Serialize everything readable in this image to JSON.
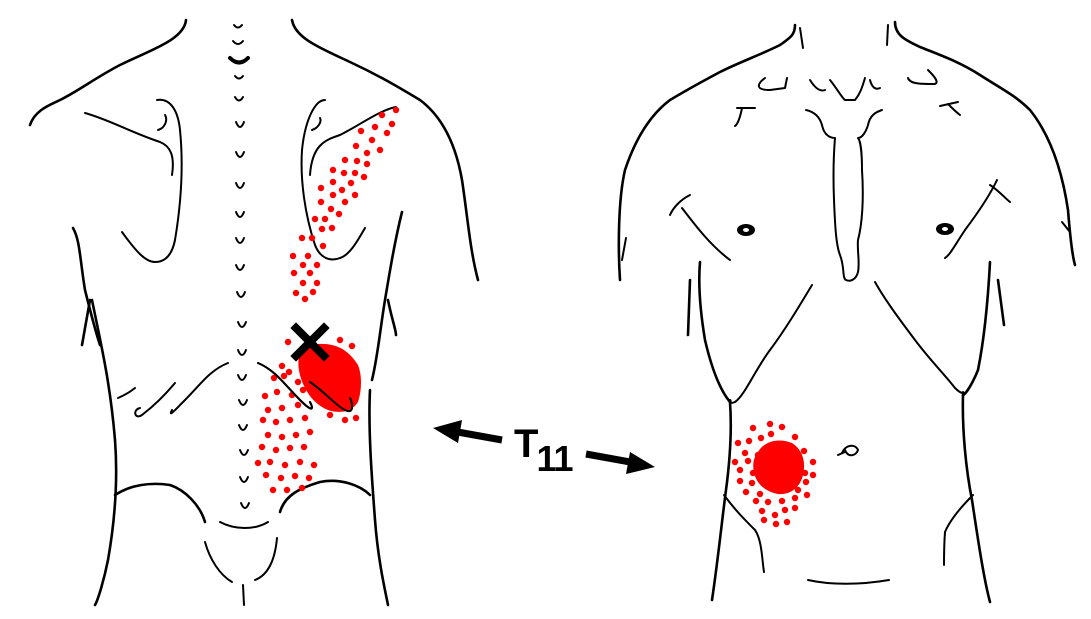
{
  "figure": {
    "label": {
      "main": "T",
      "sub": "11"
    },
    "colors": {
      "referral": "#ff0000",
      "outline": "#000000",
      "background": "#ffffff"
    },
    "views": [
      {
        "name": "posterior-view",
        "description": "Back view with spine and trigger point marked by X"
      },
      {
        "name": "anterior-view",
        "description": "Front view with referred pain zone on lower abdomen"
      }
    ],
    "markers": {
      "trigger_point": "x-mark",
      "arrows": [
        "arrow-left-to-back-view",
        "arrow-right-to-front-view"
      ]
    }
  }
}
